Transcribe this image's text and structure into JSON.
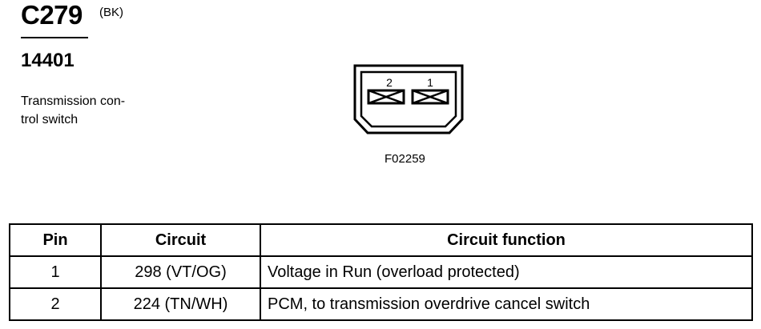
{
  "header": {
    "connector_id": "C279",
    "color_code": "(BK)",
    "part_number": "14401",
    "component_name_lines": [
      "Transmission con-",
      "trol switch"
    ]
  },
  "figure": {
    "pin_labels": [
      "2",
      "1"
    ],
    "reference": "F02259"
  },
  "table": {
    "headers": [
      "Pin",
      "Circuit",
      "Circuit function"
    ],
    "rows": [
      {
        "pin": "1",
        "circuit": "298 (VT/OG)",
        "function": "Voltage in Run (overload protected)"
      },
      {
        "pin": "2",
        "circuit": "224 (TN/WH)",
        "function": "PCM, to transmission overdrive cancel switch"
      }
    ]
  }
}
